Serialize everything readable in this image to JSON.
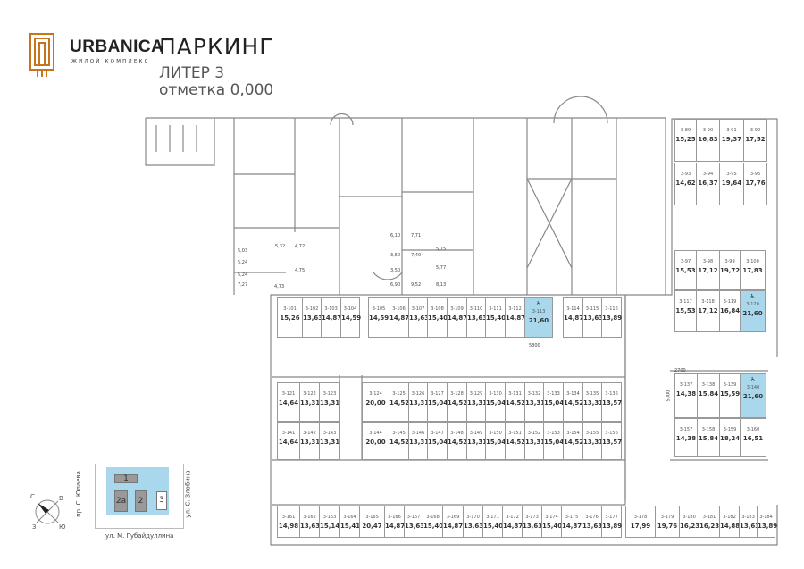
{
  "header": {
    "brand": "URBANICA",
    "brand_sub": "ЖИЛОЙ КОМПЛЕКС",
    "title": "ПАРКИНГ",
    "liter": "ЛИТЕР 3",
    "level": "отметка 0,000",
    "logo_color": "#c8741e"
  },
  "accessible_icon": "♿",
  "accent_color": "#a9d7ec",
  "spaces": {
    "top_right_a": [
      {
        "id": "3-89",
        "area": "15,25"
      },
      {
        "id": "3-90",
        "area": "16,83"
      },
      {
        "id": "3-91",
        "area": "19,37"
      },
      {
        "id": "3-92",
        "area": "17,52"
      }
    ],
    "top_right_b": [
      {
        "id": "3-93",
        "area": "14,62"
      },
      {
        "id": "3-94",
        "area": "16,37"
      },
      {
        "id": "3-95",
        "area": "19,64"
      },
      {
        "id": "3-96",
        "area": "17,76"
      }
    ],
    "mid_right_a": [
      {
        "id": "3-97",
        "area": "15,53"
      },
      {
        "id": "3-98",
        "area": "17,12"
      },
      {
        "id": "3-99",
        "area": "19,72"
      },
      {
        "id": "3-100",
        "area": "17,83"
      }
    ],
    "mid_right_b": [
      {
        "id": "3-117",
        "area": "15,53"
      },
      {
        "id": "3-118",
        "area": "17,12"
      },
      {
        "id": "3-119",
        "area": "16,84"
      },
      {
        "id": "3-120",
        "area": "21,60",
        "accessible": true
      }
    ],
    "row_101": [
      {
        "id": "3-101",
        "area": "15,26"
      },
      {
        "id": "3-102",
        "area": "13,63"
      },
      {
        "id": "3-103",
        "area": "14,87"
      },
      {
        "id": "3-104",
        "area": "14,59"
      },
      {
        "id": "3-105",
        "area": "14,59"
      },
      {
        "id": "3-106",
        "area": "14,87"
      },
      {
        "id": "3-107",
        "area": "13,63"
      },
      {
        "id": "3-108",
        "area": "15,40"
      },
      {
        "id": "3-109",
        "area": "14,87"
      },
      {
        "id": "3-110",
        "area": "13,63"
      },
      {
        "id": "3-111",
        "area": "15,40"
      },
      {
        "id": "3-112",
        "area": "14,87"
      },
      {
        "id": "3-113",
        "area": "21,60",
        "accessible": true
      },
      {
        "id": "3-114",
        "area": "14,87"
      },
      {
        "id": "3-115",
        "area": "13,63"
      },
      {
        "id": "3-116",
        "area": "13,89"
      }
    ],
    "row_121": [
      {
        "id": "3-121",
        "area": "14,64"
      },
      {
        "id": "3-122",
        "area": "13,31"
      },
      {
        "id": "3-123",
        "area": "13,31"
      },
      {
        "id": "3-124",
        "area": "20,00"
      },
      {
        "id": "3-125",
        "area": "14,52"
      },
      {
        "id": "3-126",
        "area": "13,31"
      },
      {
        "id": "3-127",
        "area": "15,04"
      },
      {
        "id": "3-128",
        "area": "14,52"
      },
      {
        "id": "3-129",
        "area": "13,31"
      },
      {
        "id": "3-130",
        "area": "15,04"
      },
      {
        "id": "3-131",
        "area": "14,52"
      },
      {
        "id": "3-132",
        "area": "13,31"
      },
      {
        "id": "3-133",
        "area": "15,04"
      },
      {
        "id": "3-134",
        "area": "14,52"
      },
      {
        "id": "3-135",
        "area": "13,31"
      },
      {
        "id": "3-136",
        "area": "13,57"
      }
    ],
    "row_141": [
      {
        "id": "3-141",
        "area": "14,64"
      },
      {
        "id": "3-142",
        "area": "13,31"
      },
      {
        "id": "3-143",
        "area": "13,31"
      },
      {
        "id": "3-144",
        "area": "20,00"
      },
      {
        "id": "3-145",
        "area": "14,52"
      },
      {
        "id": "3-146",
        "area": "13,31"
      },
      {
        "id": "3-147",
        "area": "15,04"
      },
      {
        "id": "3-148",
        "area": "14,52"
      },
      {
        "id": "3-149",
        "area": "13,31"
      },
      {
        "id": "3-150",
        "area": "15,04"
      },
      {
        "id": "3-151",
        "area": "14,52"
      },
      {
        "id": "3-152",
        "area": "13,31"
      },
      {
        "id": "3-153",
        "area": "15,04"
      },
      {
        "id": "3-154",
        "area": "14,52"
      },
      {
        "id": "3-155",
        "area": "13,31"
      },
      {
        "id": "3-156",
        "area": "13,57"
      }
    ],
    "right_137": [
      {
        "id": "3-137",
        "area": "14,38"
      },
      {
        "id": "3-138",
        "area": "15,84"
      },
      {
        "id": "3-139",
        "area": "15,59"
      },
      {
        "id": "3-140",
        "area": "21,60",
        "accessible": true
      }
    ],
    "right_157": [
      {
        "id": "3-157",
        "area": "14,38"
      },
      {
        "id": "3-158",
        "area": "15,84"
      },
      {
        "id": "3-159",
        "area": "18,24"
      },
      {
        "id": "3-160",
        "area": "16,51"
      }
    ],
    "row_161": [
      {
        "id": "3-161",
        "area": "14,98"
      },
      {
        "id": "3-162",
        "area": "13,63"
      },
      {
        "id": "3-163",
        "area": "15,14"
      },
      {
        "id": "3-164",
        "area": "15,41"
      },
      {
        "id": "3-165",
        "area": "20,47"
      },
      {
        "id": "3-166",
        "area": "14,87"
      },
      {
        "id": "3-167",
        "area": "13,63"
      },
      {
        "id": "3-168",
        "area": "15,40"
      },
      {
        "id": "3-169",
        "area": "14,87"
      },
      {
        "id": "3-170",
        "area": "13,63"
      },
      {
        "id": "3-171",
        "area": "15,40"
      },
      {
        "id": "3-172",
        "area": "14,87"
      },
      {
        "id": "3-173",
        "area": "13,63"
      },
      {
        "id": "3-174",
        "area": "15,40"
      },
      {
        "id": "3-175",
        "area": "14,87"
      },
      {
        "id": "3-176",
        "area": "13,63"
      },
      {
        "id": "3-177",
        "area": "13,89"
      }
    ],
    "row_178": [
      {
        "id": "3-178",
        "area": "17,99"
      },
      {
        "id": "3-179",
        "area": "19,76"
      },
      {
        "id": "3-180",
        "area": "16,23"
      },
      {
        "id": "3-181",
        "area": "16,23"
      },
      {
        "id": "3-182",
        "area": "14,88"
      },
      {
        "id": "3-183",
        "area": "13,63"
      },
      {
        "id": "3-184",
        "area": "13,89"
      }
    ]
  },
  "storage_rooms": [
    "5,03",
    "5,24",
    "5,24",
    "7,27",
    "5,32",
    "4,72",
    "4,75",
    "4,73",
    "6,10",
    "3,50",
    "3,50",
    "6,90",
    "7,71",
    "7,40",
    "9,52",
    "5,75",
    "5,77",
    "8,13"
  ],
  "dimensions": {
    "d1": "2700",
    "d2": "5300",
    "d3": "5800"
  },
  "inset": {
    "buildings": [
      "1",
      "2а",
      "2",
      "3"
    ],
    "street_west": "пр. С. Юлаева",
    "street_east": "ул. С. Злобина",
    "street_south": "ул. М. Губайдуллина",
    "compass": {
      "n": "С",
      "e": "В",
      "s": "Ю",
      "w": "З"
    }
  }
}
